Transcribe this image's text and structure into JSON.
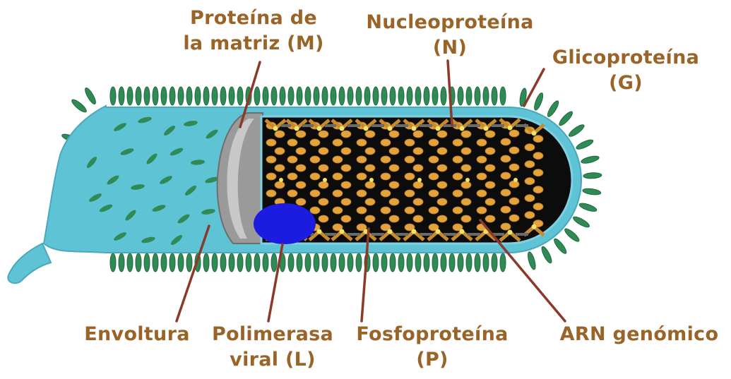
{
  "labels": {
    "matrix_protein": [
      "Proteína de",
      "la matriz (M)"
    ],
    "nucleoprotein": [
      "Nucleoproteína",
      "(N)"
    ],
    "glycoprotein": [
      "Glicoproteína",
      "(G)"
    ],
    "envelope": [
      "Envoltura"
    ],
    "polymerase": [
      "Polimerasa",
      "viral (L)"
    ],
    "phosphoprotein": [
      "Fosfoproteína",
      "(P)"
    ],
    "genomic_rna": [
      "ARN genómico"
    ]
  },
  "colors": {
    "label_text": "#9a6428",
    "leader_line": "#8b3a2a",
    "envelope_fill": "#5fc3d6",
    "glycoprotein_spike": "#2f8a55",
    "matrix_disc": "#8a8a8a",
    "nucleoprotein_bead": "#e4a23c",
    "core_background": "#0c0c0c",
    "polymerase": "#1c1ce0",
    "phosphoprotein_dot": "#f1e36a"
  }
}
